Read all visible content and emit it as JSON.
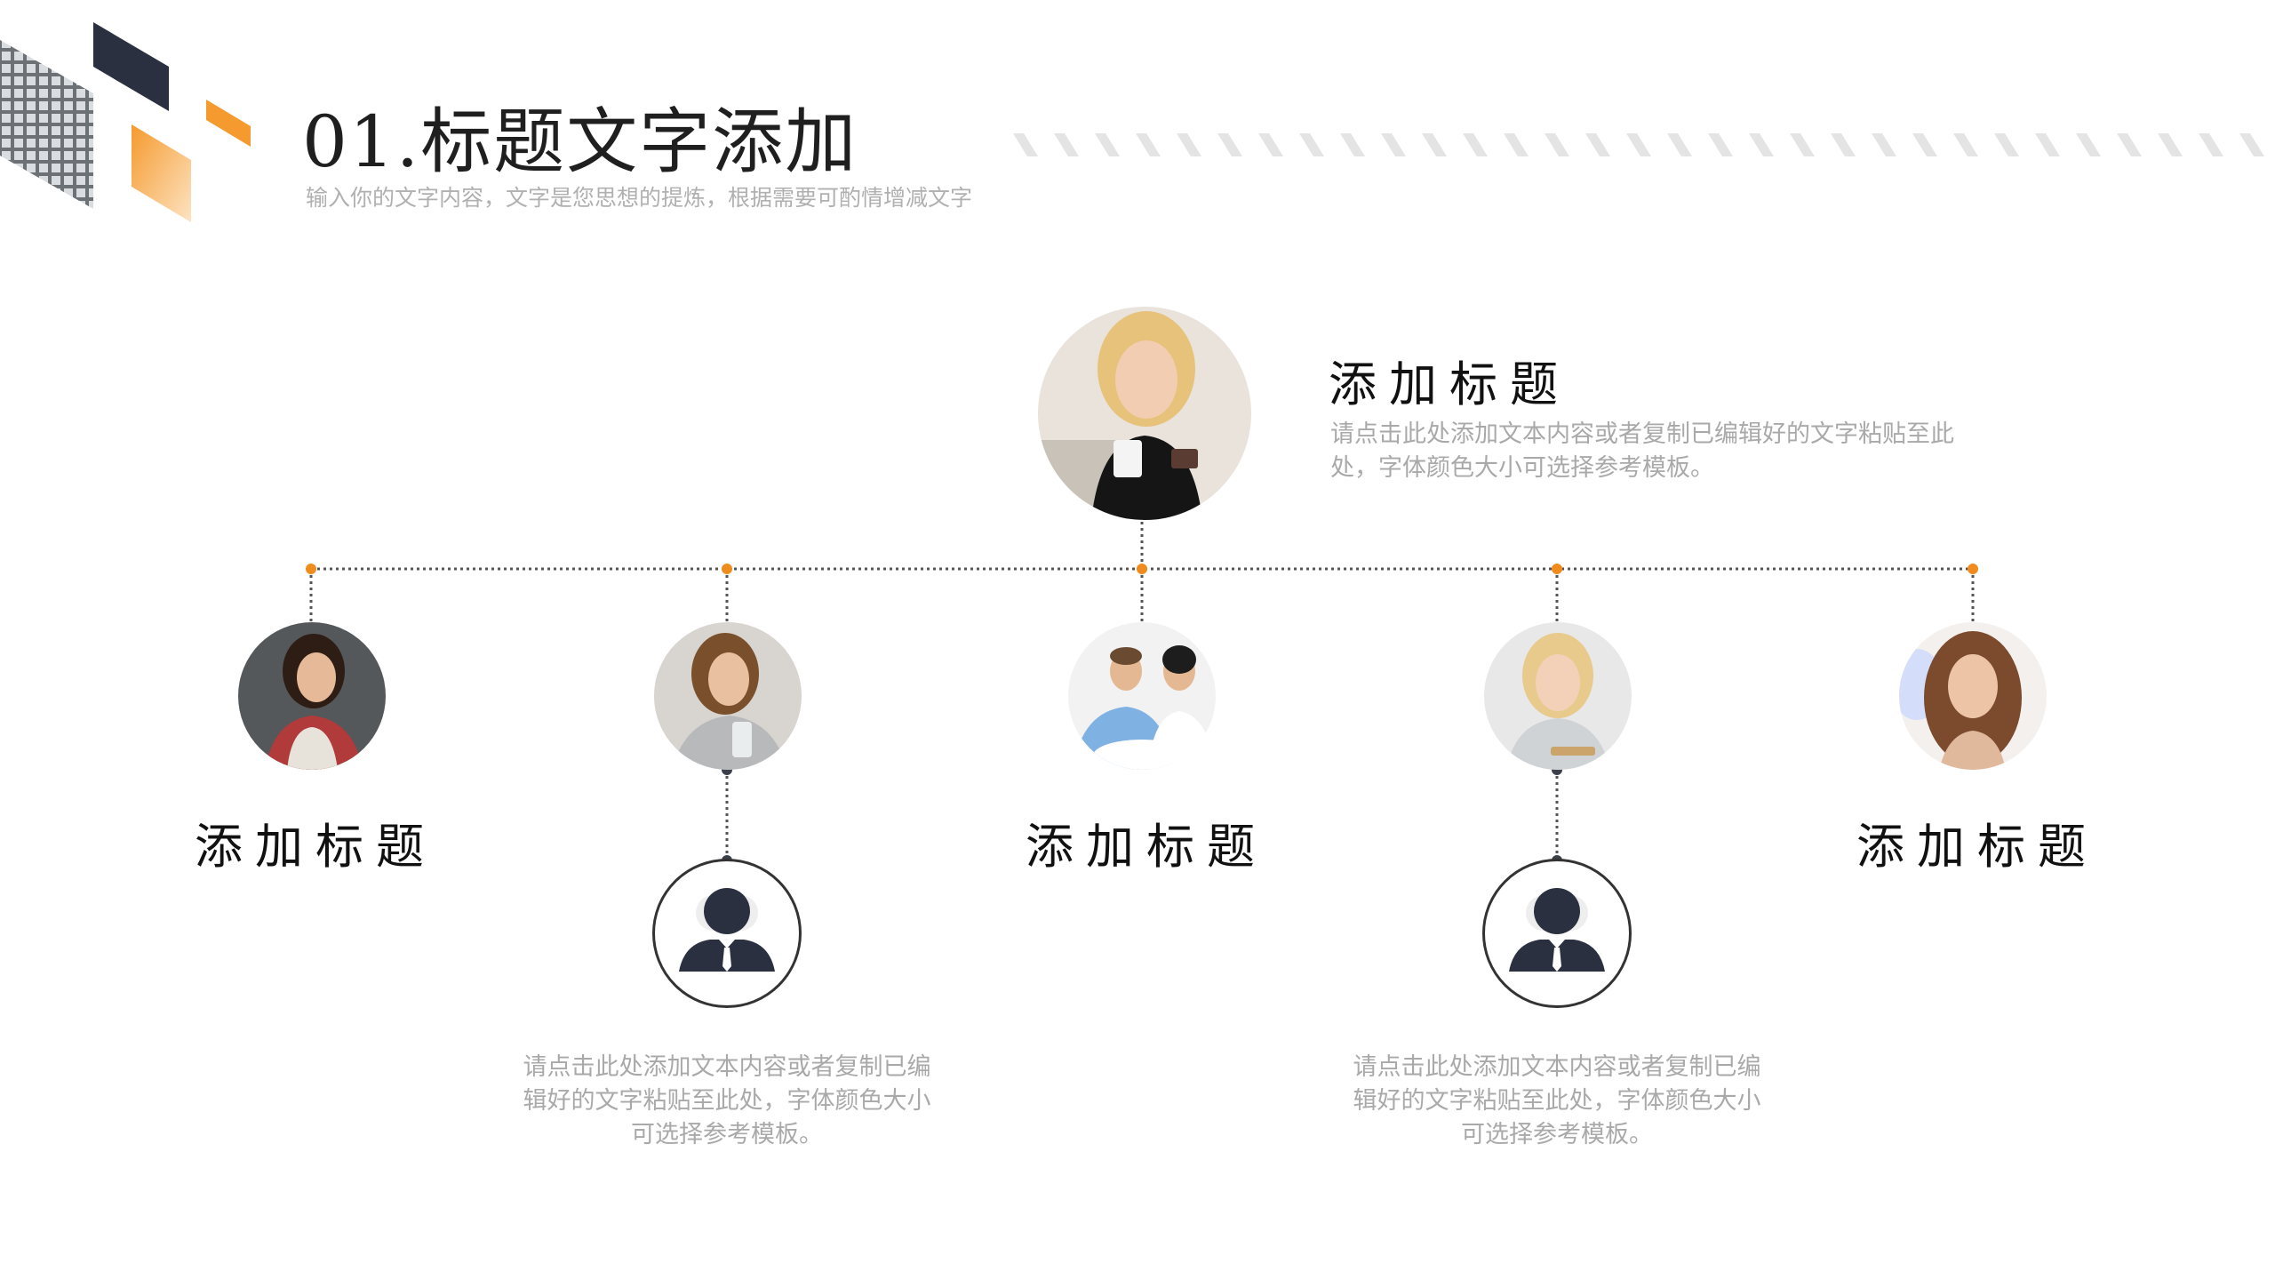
{
  "header": {
    "title": "01.标题文字添加",
    "subtitle": "输入你的文字内容，文字是您思想的提炼，根据需要可酌情增减文字"
  },
  "top_node": {
    "heading": "添加标题",
    "description": "请点击此处添加文本内容或者复制已编辑好的文字粘贴至此处，字体颜色大小可选择参考模板。"
  },
  "branch_nodes": [
    {
      "heading": "添加标题"
    },
    {
      "description": "请点击此处添加文本内容或者复制已编辑好的文字粘贴至此处，字体颜色大小可选择参考模板。"
    },
    {
      "heading": "添加标题"
    },
    {
      "description": "请点击此处添加文本内容或者复制已编辑好的文字粘贴至此处，字体颜色大小可选择参考模板。"
    },
    {
      "heading": "添加标题"
    }
  ],
  "icons": {
    "avatar": "person-silhouette-icon",
    "photo": "portrait-photo"
  },
  "colors": {
    "accent": "#f08c1e",
    "dark": "#2b3040",
    "connector": "#555555",
    "text_muted": "#a9a9a9"
  }
}
